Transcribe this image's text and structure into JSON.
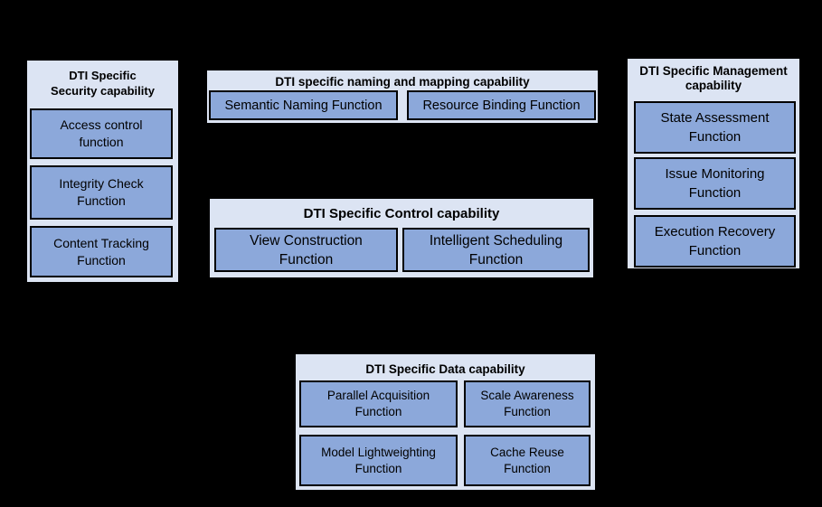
{
  "colors": {
    "background": "#000000",
    "group_fill": "#dce4f3",
    "function_fill": "#8ca8da",
    "border": "#000000",
    "text": "#000000"
  },
  "groups": {
    "security": {
      "title_lines": [
        "DTI Specific",
        "Security capability"
      ],
      "functions": [
        {
          "lines": [
            "Access control",
            "function"
          ]
        },
        {
          "lines": [
            "Integrity Check",
            "Function"
          ]
        },
        {
          "lines": [
            "Content Tracking",
            "Function"
          ]
        }
      ]
    },
    "naming": {
      "title": "DTI specific naming and mapping capability",
      "functions": [
        {
          "lines": [
            "Semantic Naming Function"
          ]
        },
        {
          "lines": [
            "Resource Binding Function"
          ]
        }
      ]
    },
    "control": {
      "title": "DTI Specific Control capability",
      "functions": [
        {
          "lines": [
            "View Construction",
            "Function"
          ]
        },
        {
          "lines": [
            "Intelligent Scheduling",
            "Function"
          ]
        }
      ]
    },
    "management": {
      "title_lines": [
        "DTI Specific Management",
        "capability"
      ],
      "functions": [
        {
          "lines": [
            "State Assessment",
            "Function"
          ]
        },
        {
          "lines": [
            "Issue Monitoring",
            "Function"
          ]
        },
        {
          "lines": [
            "Execution Recovery",
            "Function"
          ]
        }
      ]
    },
    "data": {
      "title": "DTI Specific Data capability",
      "functions": [
        {
          "lines": [
            "Parallel Acquisition",
            "Function"
          ]
        },
        {
          "lines": [
            "Scale Awareness",
            "Function"
          ]
        },
        {
          "lines": [
            "Model Lightweighting",
            "Function"
          ]
        },
        {
          "lines": [
            "Cache Reuse",
            "Function"
          ]
        }
      ]
    }
  }
}
